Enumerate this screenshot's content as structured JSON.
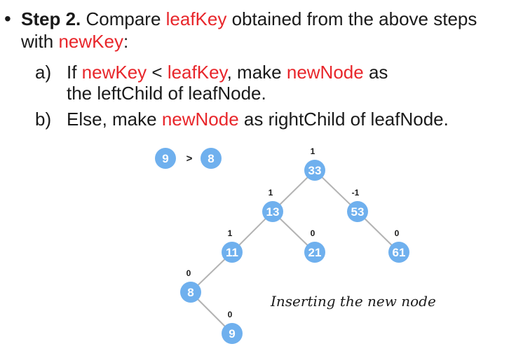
{
  "step": {
    "label": "Step 2.",
    "line1_a": " Compare ",
    "line1_key": "leafKey",
    "line1_b": " obtained from the above steps",
    "line2_a": "with ",
    "line2_key": "newKey",
    "line2_b": ":"
  },
  "sub_a": {
    "marker": "a)",
    "if": "If ",
    "newkey": "newKey",
    "lt": " < ",
    "leafkey": "leafKey",
    "make": ", make ",
    "newnode": "newNode",
    "as": " as",
    "line2": "the leftChild of leafNode."
  },
  "sub_b": {
    "marker": "b)",
    "else": "Else, make ",
    "newnode": "newNode",
    "rest": " as rightChild of leafNode."
  },
  "comparison": {
    "left": "9",
    "op": ">",
    "right": "8"
  },
  "tree": {
    "node_color": "#6fb0ee",
    "edge_color": "#b3b3b3",
    "nodes": [
      {
        "key": "33",
        "balance": "1"
      },
      {
        "key": "13",
        "balance": "1"
      },
      {
        "key": "53",
        "balance": "-1"
      },
      {
        "key": "11",
        "balance": "1"
      },
      {
        "key": "21",
        "balance": "0"
      },
      {
        "key": "61",
        "balance": "0"
      },
      {
        "key": "8",
        "balance": "0"
      },
      {
        "key": "9",
        "balance": "0"
      }
    ],
    "edges": [
      [
        "33",
        "13"
      ],
      [
        "33",
        "53"
      ],
      [
        "13",
        "11"
      ],
      [
        "13",
        "21"
      ],
      [
        "53",
        "61"
      ],
      [
        "11",
        "8"
      ],
      [
        "8",
        "9"
      ]
    ]
  },
  "caption": "Inserting the new node"
}
